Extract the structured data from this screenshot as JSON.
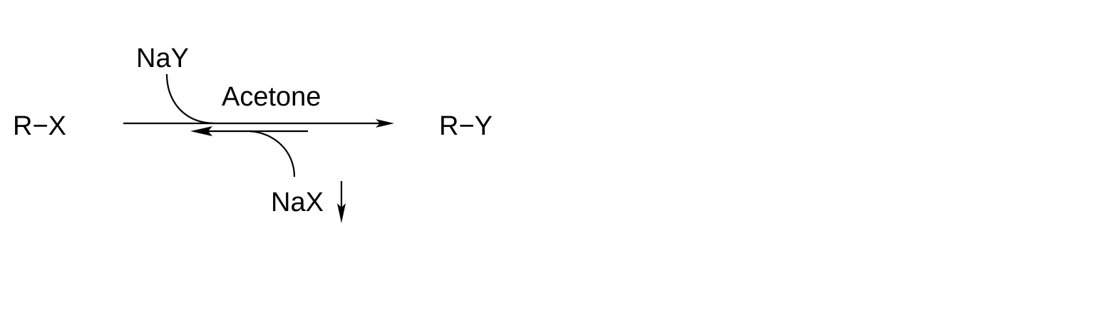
{
  "scheme": {
    "reactant": "R−X",
    "product": "R−Y",
    "reagent_in": "NaY",
    "solvent": "Acetone",
    "byproduct_out": "NaX",
    "byproduct_precipitates": true,
    "direction": "equilibrium",
    "ink_color": "#000000",
    "background_color": "#ffffff"
  }
}
